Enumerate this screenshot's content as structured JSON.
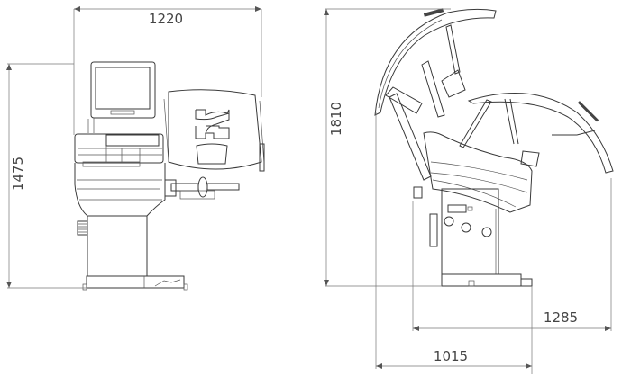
{
  "drawing": {
    "front_view": {
      "width_label": "1220",
      "height_label": "1475"
    },
    "side_view": {
      "height_label": "1810",
      "depth_open_label": "1285",
      "depth_label": "1015"
    },
    "colors": {
      "line": "#3a3a3a",
      "dimension": "#777777"
    }
  }
}
